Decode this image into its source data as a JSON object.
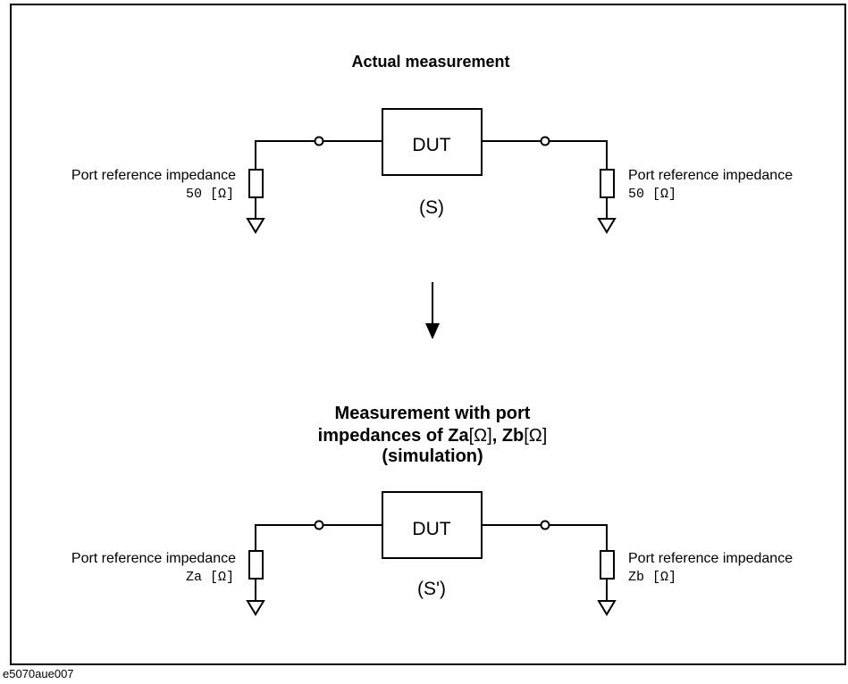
{
  "top": {
    "title": "Actual measurement",
    "dut_label": "DUT",
    "matrix_label": "(S)",
    "left_port_label": "Port reference impedance",
    "left_port_value": "50 [Ω]",
    "right_port_label": "Port reference impedance",
    "right_port_value": "50 [Ω]"
  },
  "bottom": {
    "title_line1": "Measurement with port",
    "title_line2_prefix": "impedances of ",
    "za": "Za",
    "zb": "Zb",
    "ohm": "[Ω]",
    "title_line3": "(simulation)",
    "dut_label": "DUT",
    "matrix_label": "(S')",
    "left_port_label": "Port reference impedance",
    "left_port_value": "Za [Ω]",
    "right_port_label": "Port reference impedance",
    "right_port_value": "Zb [Ω]"
  },
  "figure_id": "e5070aue007"
}
